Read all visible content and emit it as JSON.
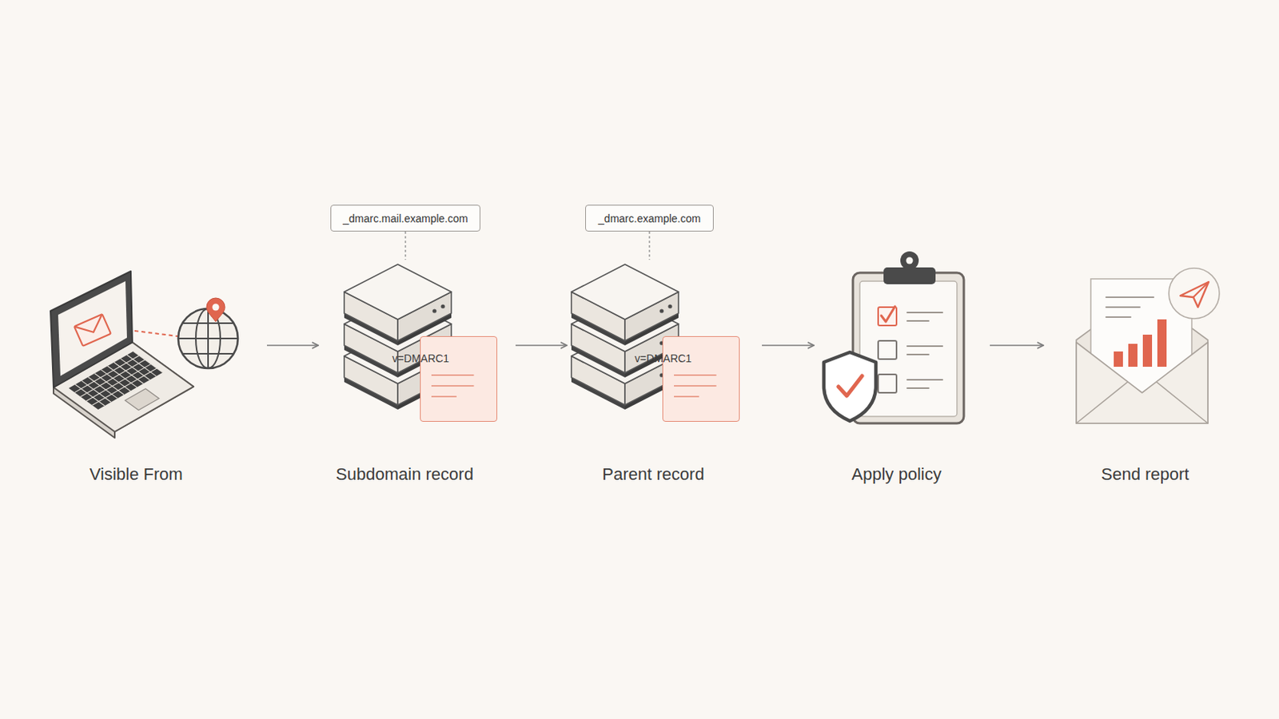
{
  "diagram": {
    "nodes": [
      {
        "text": [
          "Visible From"
        ]
      },
      {
        "text": [
          "_dmarc.mail.example.com"
        ]
      },
      {
        "text": [
          "Subdomain record"
        ]
      },
      {
        "text": [
          "v=DMARC1"
        ],
        "in": 2
      },
      {
        "text": [
          "_dmarc.example.com"
        ]
      },
      {
        "text": [
          "Parent record"
        ]
      },
      {
        "text": [
          "v=DMARC1"
        ],
        "in": 5
      },
      {
        "text": [
          "Apply policy"
        ]
      },
      {
        "text": [
          "Send report"
        ]
      }
    ],
    "edges": [
      {
        "from": 0,
        "to": 2,
        "arrow": "to"
      },
      {
        "from": 2,
        "to": 5,
        "arrow": "to"
      },
      {
        "from": 5,
        "to": 7,
        "arrow": "to"
      },
      {
        "from": 7,
        "to": 8,
        "arrow": "to"
      },
      {
        "from": 1,
        "to": 2,
        "arrow": "none"
      },
      {
        "from": 4,
        "to": 5,
        "arrow": "none"
      }
    ]
  }
}
